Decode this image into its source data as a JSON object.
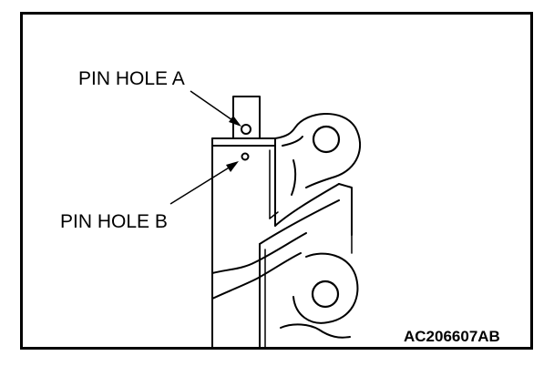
{
  "labels": {
    "pin_hole_a": "PIN HOLE A",
    "pin_hole_b": "PIN HOLE B"
  },
  "reference_code": "AC206607AB"
}
